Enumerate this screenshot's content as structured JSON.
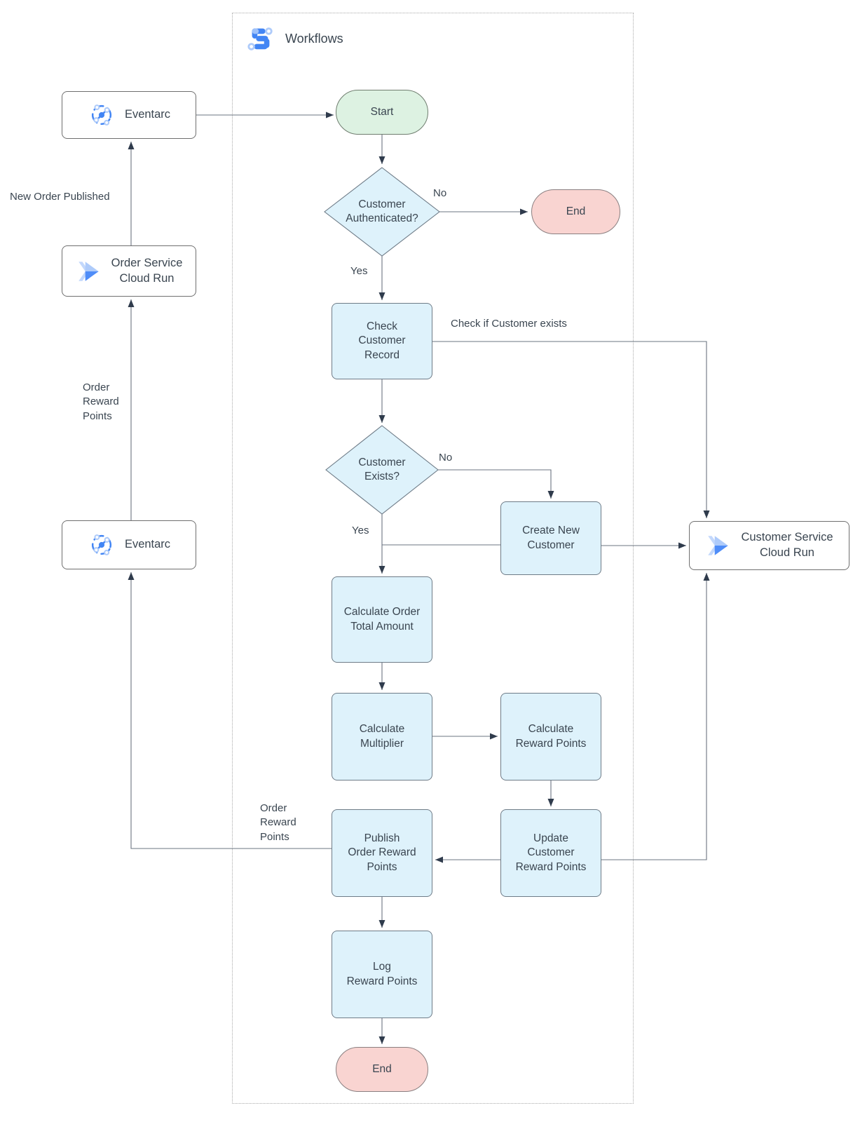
{
  "workflow": {
    "title": "Workflows",
    "nodes": {
      "eventarc_top": {
        "label": "Eventarc"
      },
      "order_service": {
        "label": "Order Service\nCloud Run"
      },
      "eventarc_bottom": {
        "label": "Eventarc"
      },
      "customer_service": {
        "label": "Customer Service\nCloud Run"
      },
      "start": {
        "label": "Start"
      },
      "auth_decision": {
        "label": "Customer\nAuthenticated?"
      },
      "end_top": {
        "label": "End"
      },
      "check_record": {
        "label": "Check\nCustomer\nRecord"
      },
      "exists_decision": {
        "label": "Customer\nExists?"
      },
      "create_customer": {
        "label": "Create New\nCustomer"
      },
      "calc_total": {
        "label": "Calculate Order\nTotal Amount"
      },
      "calc_multiplier": {
        "label": "Calculate\nMultiplier"
      },
      "calc_points": {
        "label": "Calculate\nReward Points"
      },
      "update_points": {
        "label": "Update\nCustomer\nReward Points"
      },
      "publish_points": {
        "label": "Publish\nOrder Reward\nPoints"
      },
      "log_points": {
        "label": "Log\nReward Points"
      },
      "end_bottom": {
        "label": "End"
      }
    },
    "edge_labels": {
      "new_order_published": "New Order Published",
      "order_reward_points_up": "Order\nReward\nPoints",
      "order_reward_points_out": "Order\nReward\nPoints",
      "auth_no": "No",
      "auth_yes": "Yes",
      "check_if_customer_exists": "Check if Customer exists",
      "exists_no": "No",
      "exists_yes": "Yes"
    },
    "icons": {
      "workflows": "workflows-icon",
      "eventarc": "eventarc-icon",
      "cloud_run": "cloud-run-icon"
    }
  },
  "colors": {
    "process-fill": "#def2fb",
    "process-border": "#6e7b87",
    "start-fill": "#ddf2e2",
    "end-fill": "#f9d4d1",
    "line": "#6b7480",
    "arrow": "#2f3b4c",
    "icon-blue": "#4285f4",
    "icon-light-blue": "#aecbfa",
    "text": "#3a4550"
  }
}
